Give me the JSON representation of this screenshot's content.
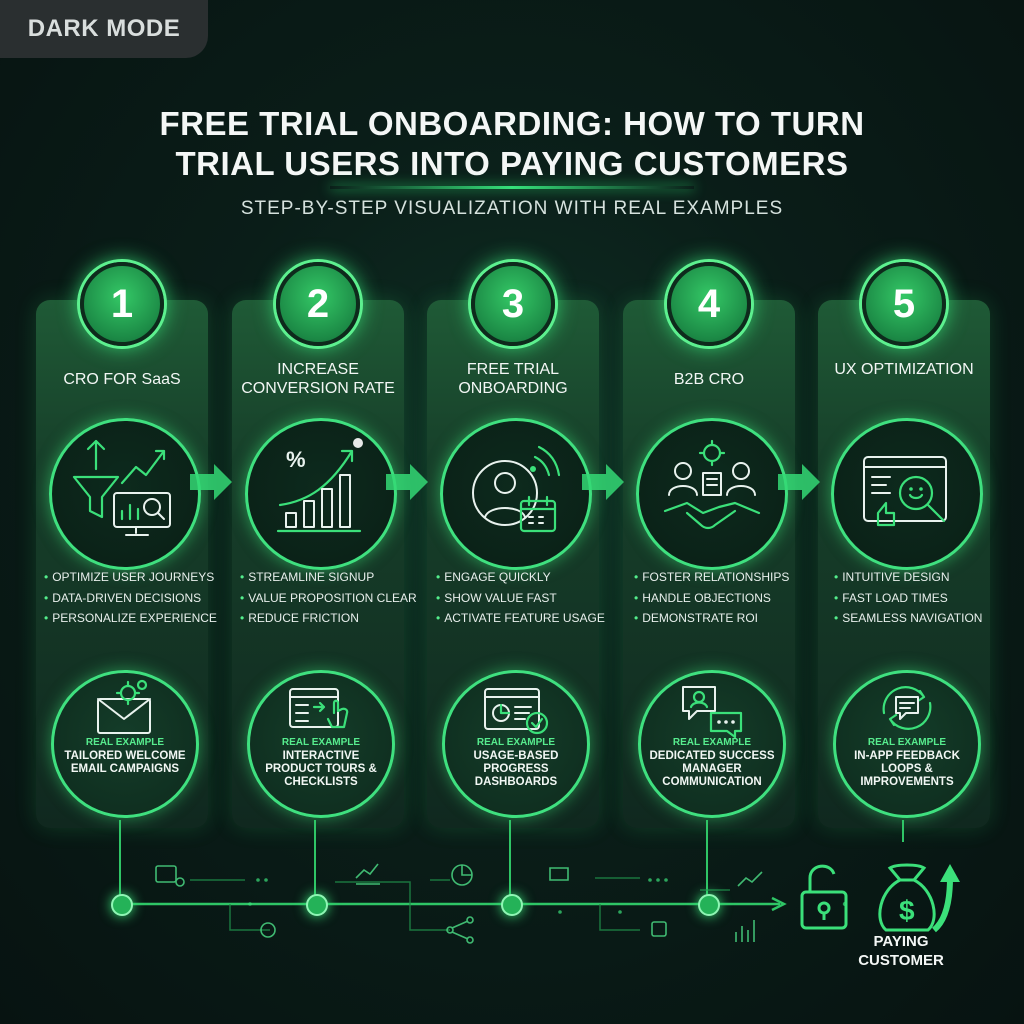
{
  "mode_badge": "DARK MODE",
  "title_line1": "FREE TRIAL ONBOARDING: HOW TO TURN",
  "title_line2": "TRIAL USERS INTO PAYING CUSTOMERS",
  "subtitle": "STEP-BY-STEP VISUALIZATION WITH REAL EXAMPLES",
  "accent_color": "#3be07a",
  "background_color": "#0a1d18",
  "steps": [
    {
      "number": "1",
      "heading": "CRO FOR SaaS",
      "icon": "funnel-chart-icon",
      "bullets": [
        "OPTIMIZE USER JOURNEYS",
        "DATA-DRIVEN DECISIONS",
        "PERSONALIZE EXPERIENCE"
      ],
      "example_label": "REAL EXAMPLE",
      "example_text": "TAILORED WELCOME EMAIL CAMPAIGNS",
      "example_icon": "email-gear-icon"
    },
    {
      "number": "2",
      "heading": "INCREASE CONVERSION RATE",
      "icon": "growth-chart-icon",
      "bullets": [
        "STREAMLINE SIGNUP",
        "VALUE PROPOSITION CLEAR",
        "REDUCE FRICTION"
      ],
      "example_label": "REAL EXAMPLE",
      "example_text": "INTERACTIVE PRODUCT TOURS & CHECKLISTS",
      "example_icon": "product-tour-icon"
    },
    {
      "number": "3",
      "heading": "FREE TRIAL ONBOARDING",
      "icon": "user-calendar-icon",
      "bullets": [
        "ENGAGE QUICKLY",
        "SHOW VALUE FAST",
        "ACTIVATE FEATURE USAGE"
      ],
      "example_label": "REAL EXAMPLE",
      "example_text": "USAGE-BASED PROGRESS DASHBOARDS",
      "example_icon": "dashboard-check-icon"
    },
    {
      "number": "4",
      "heading": "B2B CRO",
      "icon": "handshake-team-icon",
      "bullets": [
        "FOSTER RELATIONSHIPS",
        "HANDLE OBJECTIONS",
        "DEMONSTRATE ROI"
      ],
      "example_label": "REAL EXAMPLE",
      "example_text": "DEDICATED SUCCESS MANAGER COMMUNICATION",
      "example_icon": "support-chat-icon"
    },
    {
      "number": "5",
      "heading": "UX OPTIMIZATION",
      "icon": "ux-magnifier-icon",
      "bullets": [
        "INTUITIVE DESIGN",
        "FAST LOAD TIMES",
        "SEAMLESS NAVIGATION"
      ],
      "example_label": "REAL EXAMPLE",
      "example_text": "IN-APP FEEDBACK LOOPS & IMPROVEMENTS",
      "example_icon": "feedback-loop-icon"
    }
  ],
  "final": {
    "label": "PAYING CUSTOMER",
    "icons": [
      "unlock-icon",
      "money-bag-icon",
      "growth-arrow-icon"
    ]
  }
}
